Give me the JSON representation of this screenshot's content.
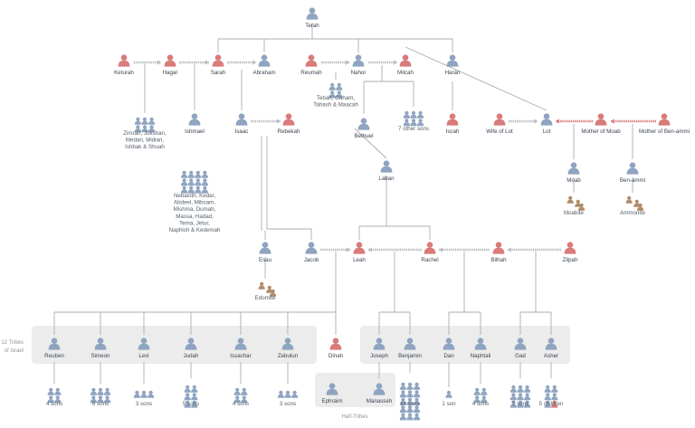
{
  "colors": {
    "male": "#8fa4c0",
    "female": "#d97b7b",
    "desc": "#b08b68",
    "line": "#a9adb2",
    "marriage": "#b9bdc2",
    "box": "#ececec"
  },
  "people": [
    {
      "id": "terah",
      "label": "Terah",
      "g": "m"
    },
    {
      "id": "keturah",
      "label": "Keturah",
      "g": "f"
    },
    {
      "id": "hagar",
      "label": "Hagar",
      "g": "f"
    },
    {
      "id": "sarah",
      "label": "Sarah",
      "g": "f"
    },
    {
      "id": "abraham",
      "label": "Abraham",
      "g": "m"
    },
    {
      "id": "reumah",
      "label": "Reumah",
      "g": "f"
    },
    {
      "id": "nahor",
      "label": "Nahor",
      "g": "m"
    },
    {
      "id": "milcah",
      "label": "Milcah",
      "g": "f"
    },
    {
      "id": "haran",
      "label": "Haran",
      "g": "m"
    },
    {
      "id": "ishmael",
      "label": "Ishmael",
      "g": "m"
    },
    {
      "id": "isaac",
      "label": "Isaac",
      "g": "m"
    },
    {
      "id": "rebekah",
      "label": "Rebekah",
      "g": "f"
    },
    {
      "id": "bethuel",
      "label": "Bethuel",
      "g": "m"
    },
    {
      "id": "iscah",
      "label": "Iscah",
      "g": "f"
    },
    {
      "id": "wifeoflot",
      "label": "Wife of Lot",
      "g": "f"
    },
    {
      "id": "lot",
      "label": "Lot",
      "g": "m"
    },
    {
      "id": "mothermoab",
      "label": "Mother of Moab",
      "g": "f"
    },
    {
      "id": "motherbenammi",
      "label": "Mother of Ben-ammi",
      "g": "f"
    },
    {
      "id": "moab",
      "label": "Moab",
      "g": "m"
    },
    {
      "id": "benammi",
      "label": "Ben-ammi",
      "g": "m"
    },
    {
      "id": "laban",
      "label": "Laban",
      "g": "m"
    },
    {
      "id": "esau",
      "label": "Esau",
      "g": "m"
    },
    {
      "id": "jacob",
      "label": "Jacob",
      "g": "m"
    },
    {
      "id": "leah",
      "label": "Leah",
      "g": "f"
    },
    {
      "id": "rachel",
      "label": "Rachel",
      "g": "f"
    },
    {
      "id": "bilhah",
      "label": "Bilhah",
      "g": "f"
    },
    {
      "id": "zilpah",
      "label": "Zilpah",
      "g": "f"
    },
    {
      "id": "reuben",
      "label": "Reuben",
      "g": "m"
    },
    {
      "id": "simeon",
      "label": "Simeon",
      "g": "m"
    },
    {
      "id": "levi",
      "label": "Levi",
      "g": "m"
    },
    {
      "id": "judah",
      "label": "Judah",
      "g": "m"
    },
    {
      "id": "issachar",
      "label": "Issachar",
      "g": "m"
    },
    {
      "id": "zebulun",
      "label": "Zebulun",
      "g": "m"
    },
    {
      "id": "dinah",
      "label": "Dinah",
      "g": "f"
    },
    {
      "id": "joseph",
      "label": "Joseph",
      "g": "m"
    },
    {
      "id": "benjamin",
      "label": "Benjamin",
      "g": "m"
    },
    {
      "id": "dan",
      "label": "Dan",
      "g": "m"
    },
    {
      "id": "naphtali",
      "label": "Naphtali",
      "g": "m"
    },
    {
      "id": "gad",
      "label": "Gad",
      "g": "m"
    },
    {
      "id": "asher",
      "label": "Asher",
      "g": "m"
    },
    {
      "id": "ephraim",
      "label": "Ephraim",
      "g": "m"
    },
    {
      "id": "manasseh",
      "label": "Manasseh",
      "g": "m"
    }
  ],
  "groups": [
    {
      "id": "tebah",
      "lines": [
        "Tebah, Gaham,",
        "Tahash & Maacah"
      ]
    },
    {
      "id": "zimran",
      "lines": [
        "Zimran, Jokshan,",
        "Medan, Midian,",
        "Ishbak & Shuah"
      ]
    },
    {
      "id": "nebaioth",
      "lines": [
        "Nebaioth, Kedar,",
        "Abdeel, Mibsam,",
        "Mishma, Dumah,",
        "Massa, Hadad,",
        "Tema, Jetur,",
        "Naphish & Kedemah"
      ]
    },
    {
      "id": "othersons",
      "lines": [
        "7 other sons"
      ]
    },
    {
      "id": "moabite",
      "lines": [
        "Moabite"
      ]
    },
    {
      "id": "ammonite",
      "lines": [
        "Ammonite"
      ]
    },
    {
      "id": "edomite",
      "lines": [
        "Edomite"
      ]
    },
    {
      "id": "reuben_d",
      "lines": [
        "4 sons"
      ]
    },
    {
      "id": "simeon_d",
      "lines": [
        "6 sons"
      ]
    },
    {
      "id": "levi_d",
      "lines": [
        "3 sons"
      ]
    },
    {
      "id": "judah_d",
      "lines": [
        "5 sons"
      ]
    },
    {
      "id": "issachar_d",
      "lines": [
        "4 sons"
      ]
    },
    {
      "id": "zebulun_d",
      "lines": [
        "3 sons"
      ]
    },
    {
      "id": "benjamin_d",
      "lines": [
        "14 sons"
      ]
    },
    {
      "id": "dan_d",
      "lines": [
        "1 son"
      ]
    },
    {
      "id": "naphtali_d",
      "lines": [
        "4 sons"
      ]
    },
    {
      "id": "gad_d",
      "lines": [
        "7 sons"
      ]
    },
    {
      "id": "asher_d",
      "lines": [
        "5 children"
      ]
    }
  ],
  "boxes": {
    "tribes_label": [
      "12 Tribes",
      "of Israel"
    ],
    "half_tribes_label": "Half-Tribes"
  }
}
